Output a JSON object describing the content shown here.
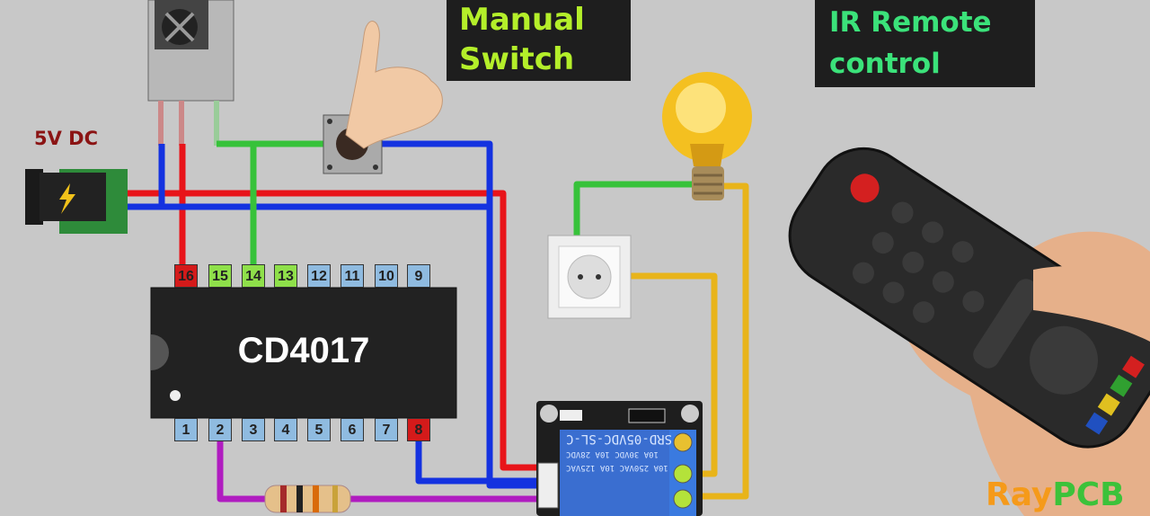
{
  "labels": {
    "manual_line1": "Manual",
    "manual_line2": "Switch",
    "ir_line1": "IR Remote",
    "ir_line2": "control",
    "power": "5V DC"
  },
  "chip": {
    "name": "CD4017",
    "top_pins": [
      "16",
      "15",
      "14",
      "13",
      "12",
      "11",
      "10",
      "9"
    ],
    "bottom_pins": [
      "1",
      "2",
      "3",
      "4",
      "5",
      "6",
      "7",
      "8"
    ]
  },
  "relay": {
    "model": "SRD-05VDC-SL-C",
    "rating_dc": "10A 30VDC 10A 28VDC",
    "rating_ac": "10A 250VAC 10A 125VAC"
  },
  "brand": {
    "part1": "Ray",
    "part2": "PCB"
  },
  "colors": {
    "red": "#e8141a",
    "blue": "#1432e0",
    "green": "#37c23a",
    "purple": "#b01cc0",
    "yellow": "#e8b41a",
    "pin_blue": "#8fbbe0",
    "pin_green": "#8fe04a",
    "pin_red": "#d41a1a",
    "label_bg": "#1e1e1e"
  }
}
